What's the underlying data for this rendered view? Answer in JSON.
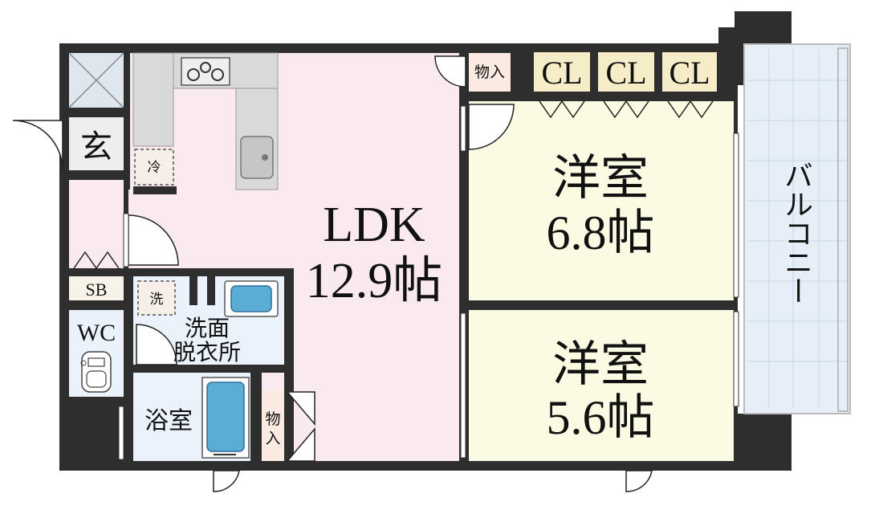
{
  "rooms": {
    "ldk": {
      "name": "LDK",
      "size": "12.9帖"
    },
    "western1": {
      "name": "洋室",
      "size": "6.8帖"
    },
    "western2": {
      "name": "洋室",
      "size": "5.6帖"
    },
    "genkan": {
      "name": "玄"
    },
    "washroom": {
      "line1": "洗面",
      "line2": "脱衣所"
    },
    "bath": {
      "name": "浴室"
    },
    "wc": {
      "name": "WC"
    },
    "shoebox": {
      "name": "SB"
    },
    "balcony": {
      "name": "バルコニー"
    }
  },
  "fixtures": {
    "storage_top": "物入",
    "storage_bath_1": "物",
    "storage_bath_2": "入",
    "closet": "CL",
    "fridge": "冷",
    "washer": "洗"
  },
  "colors": {
    "wall": "#2e2e2e",
    "ldk": "#fbe9f0",
    "western": "#fbfbe3",
    "wet": "#eaf3fb",
    "entrance": "#eeeeee",
    "kitchen": "#d9d9d9",
    "balcony": "#eaf2fb",
    "closet": "#f6edc8",
    "storage": "#fbeae2"
  }
}
